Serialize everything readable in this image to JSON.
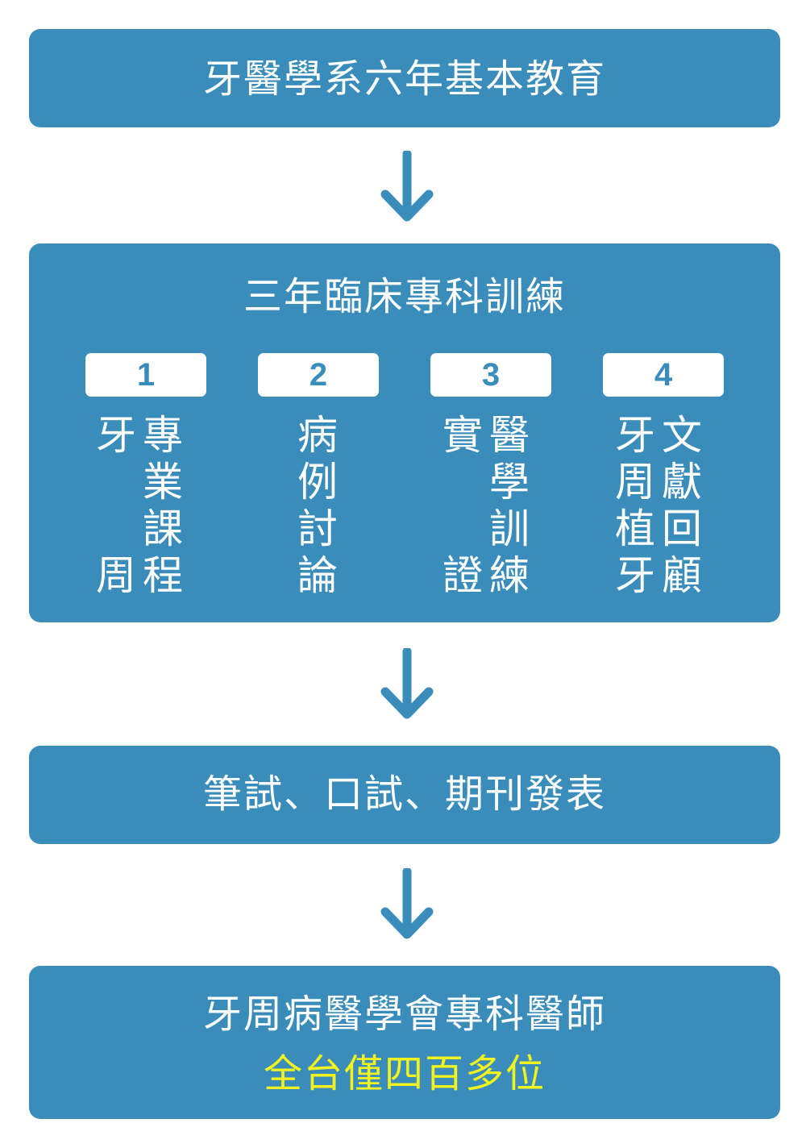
{
  "steps": [
    {
      "title": "牙醫學系六年基本教育"
    },
    {
      "title": "三年臨床專科訓練",
      "items": [
        {
          "number": "1",
          "right": [
            "專",
            "業",
            "課",
            "程"
          ],
          "left": [
            "牙",
            "",
            "",
            "周"
          ]
        },
        {
          "number": "2",
          "chars": [
            "病",
            "例",
            "討",
            "論"
          ]
        },
        {
          "number": "3",
          "right": [
            "醫",
            "學",
            "訓",
            "練"
          ],
          "left": [
            "實",
            "",
            "",
            "證"
          ]
        },
        {
          "number": "4",
          "right": [
            "文",
            "獻",
            "回",
            "顧"
          ],
          "left": [
            "牙",
            "周",
            "植",
            "牙"
          ]
        }
      ]
    },
    {
      "title": "筆試、口試、期刊發表"
    },
    {
      "title": "牙周病醫學會專科醫師",
      "subtitle": "全台僅四百多位"
    }
  ],
  "colors": {
    "box": "#3a8dbb",
    "text": "#ffffff",
    "highlight": "#f2f21f",
    "arrow": "#3a8dbb"
  }
}
